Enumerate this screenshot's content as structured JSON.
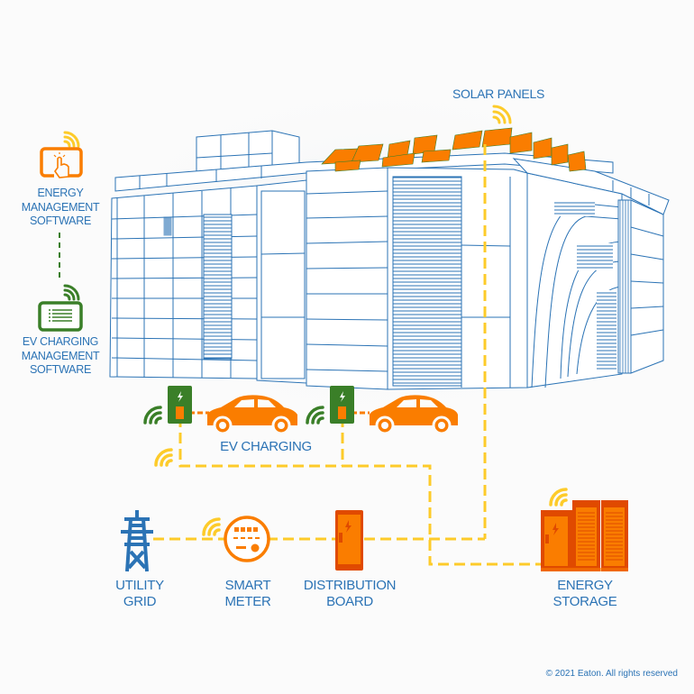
{
  "colors": {
    "blue": "#2b73b5",
    "orange": "#fa7d00",
    "orange_dark": "#e04a00",
    "green": "#3a7f28",
    "yellow": "#fdcb2a",
    "background": "#fbfbfb"
  },
  "labels": {
    "solar_panels": "SOLAR PANELS",
    "energy_management_software": "ENERGY\nMANAGEMENT\nSOFTWARE",
    "ev_charging_management_software": "EV CHARGING\nMANAGEMENT\nSOFTWARE",
    "ev_charging": "EV CHARGING",
    "utility_grid": "UTILITY\nGRID",
    "smart_meter": "SMART\nMETER",
    "distribution_board": "DISTRIBUTION\nBOARD",
    "energy_storage": "ENERGY\nSTORAGE"
  },
  "icons": {
    "energy_management": "touch-screen-icon",
    "ev_management": "list-screen-icon",
    "ev_charger": "charging-station-icon",
    "car": "car-icon",
    "grid": "power-tower-icon",
    "meter": "smart-meter-icon",
    "board": "distribution-board-icon",
    "storage": "battery-cabinet-icon",
    "signal": "wireless-signal-icon"
  },
  "footer": {
    "copyright": "© 2021 Eaton. All rights reserved"
  }
}
